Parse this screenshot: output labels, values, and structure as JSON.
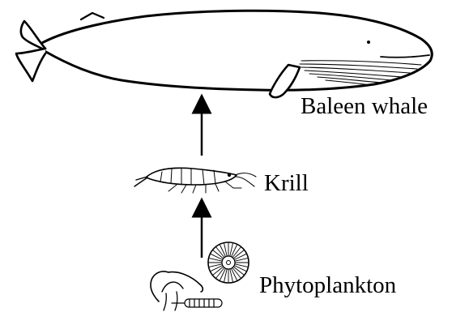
{
  "food_chain": {
    "organisms": [
      {
        "id": "whale",
        "label": "Baleen whale",
        "icon": "whale-icon"
      },
      {
        "id": "krill",
        "label": "Krill",
        "icon": "krill-icon"
      },
      {
        "id": "phytoplankton",
        "label": "Phytoplankton",
        "icon": "phytoplankton-icon"
      }
    ]
  },
  "colors": {
    "ink": "#000000",
    "background": "#ffffff"
  }
}
